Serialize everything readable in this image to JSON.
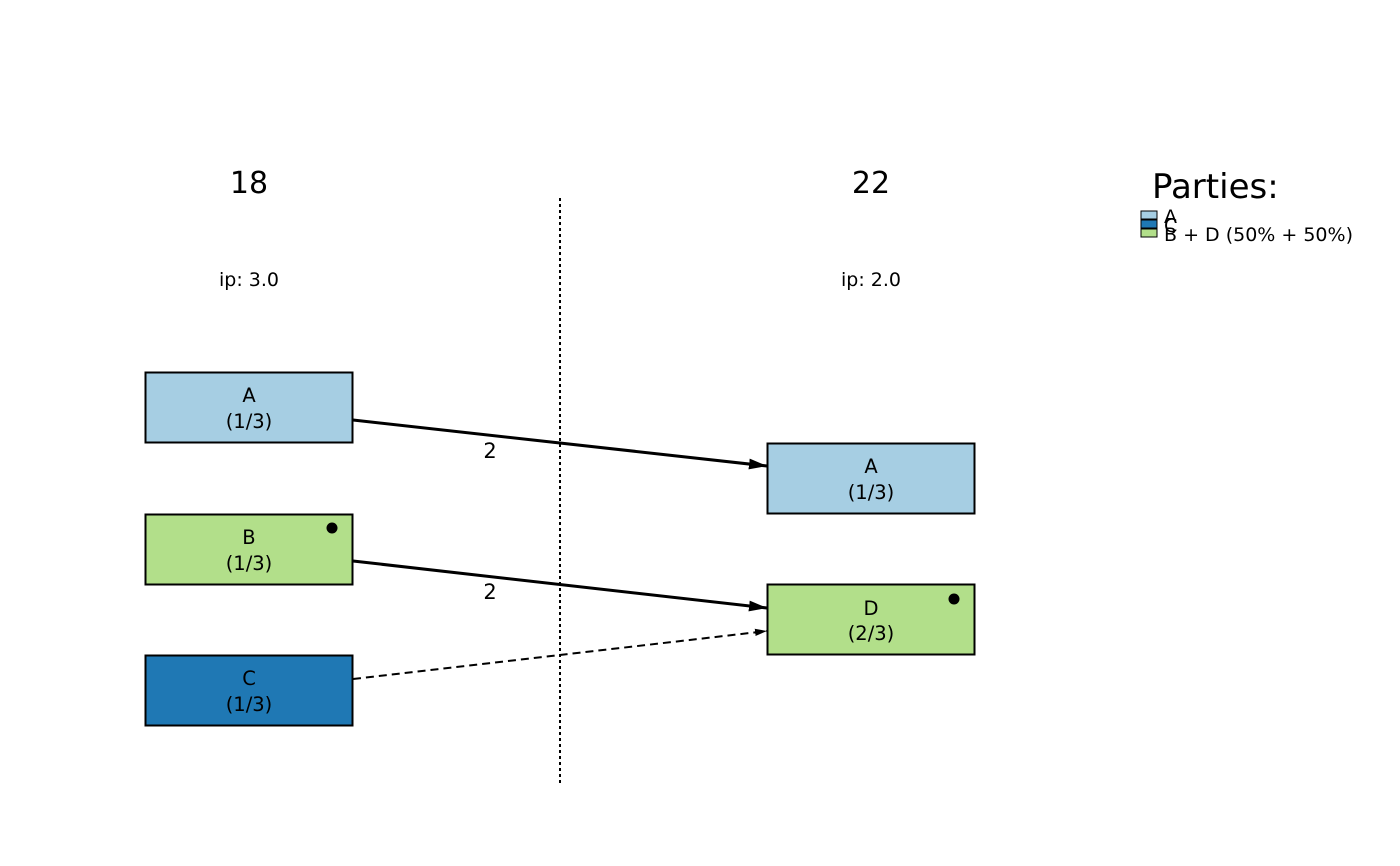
{
  "columns": [
    {
      "label": "18",
      "ip_label": "ip: 3.0"
    },
    {
      "label": "22",
      "ip_label": "ip: 2.0"
    }
  ],
  "nodes": {
    "left_a": {
      "name": "A",
      "share": "(1/3)",
      "color": "#A6CEE3",
      "marked": false
    },
    "left_b": {
      "name": "B",
      "share": "(1/3)",
      "color": "#B2DF8A",
      "marked": true
    },
    "left_c": {
      "name": "C",
      "share": "(1/3)",
      "color": "#1F78B4",
      "marked": false
    },
    "right_a": {
      "name": "A",
      "share": "(1/3)",
      "color": "#A6CEE3",
      "marked": false
    },
    "right_d": {
      "name": "D",
      "share": "(2/3)",
      "color": "#B2DF8A",
      "marked": true
    }
  },
  "edges": [
    {
      "from": "A",
      "to": "A",
      "label": "2",
      "style": "solid"
    },
    {
      "from": "B",
      "to": "D",
      "label": "2",
      "style": "solid"
    },
    {
      "from": "C",
      "to": "D",
      "label": "",
      "style": "dashed"
    }
  ],
  "legend": {
    "title": "Parties:",
    "items": [
      {
        "label": "A",
        "color": "#A6CEE3"
      },
      {
        "label": "C",
        "color": "#1F78B4"
      },
      {
        "label": "B + D (50% + 50%)",
        "color": "#B2DF8A"
      }
    ]
  }
}
